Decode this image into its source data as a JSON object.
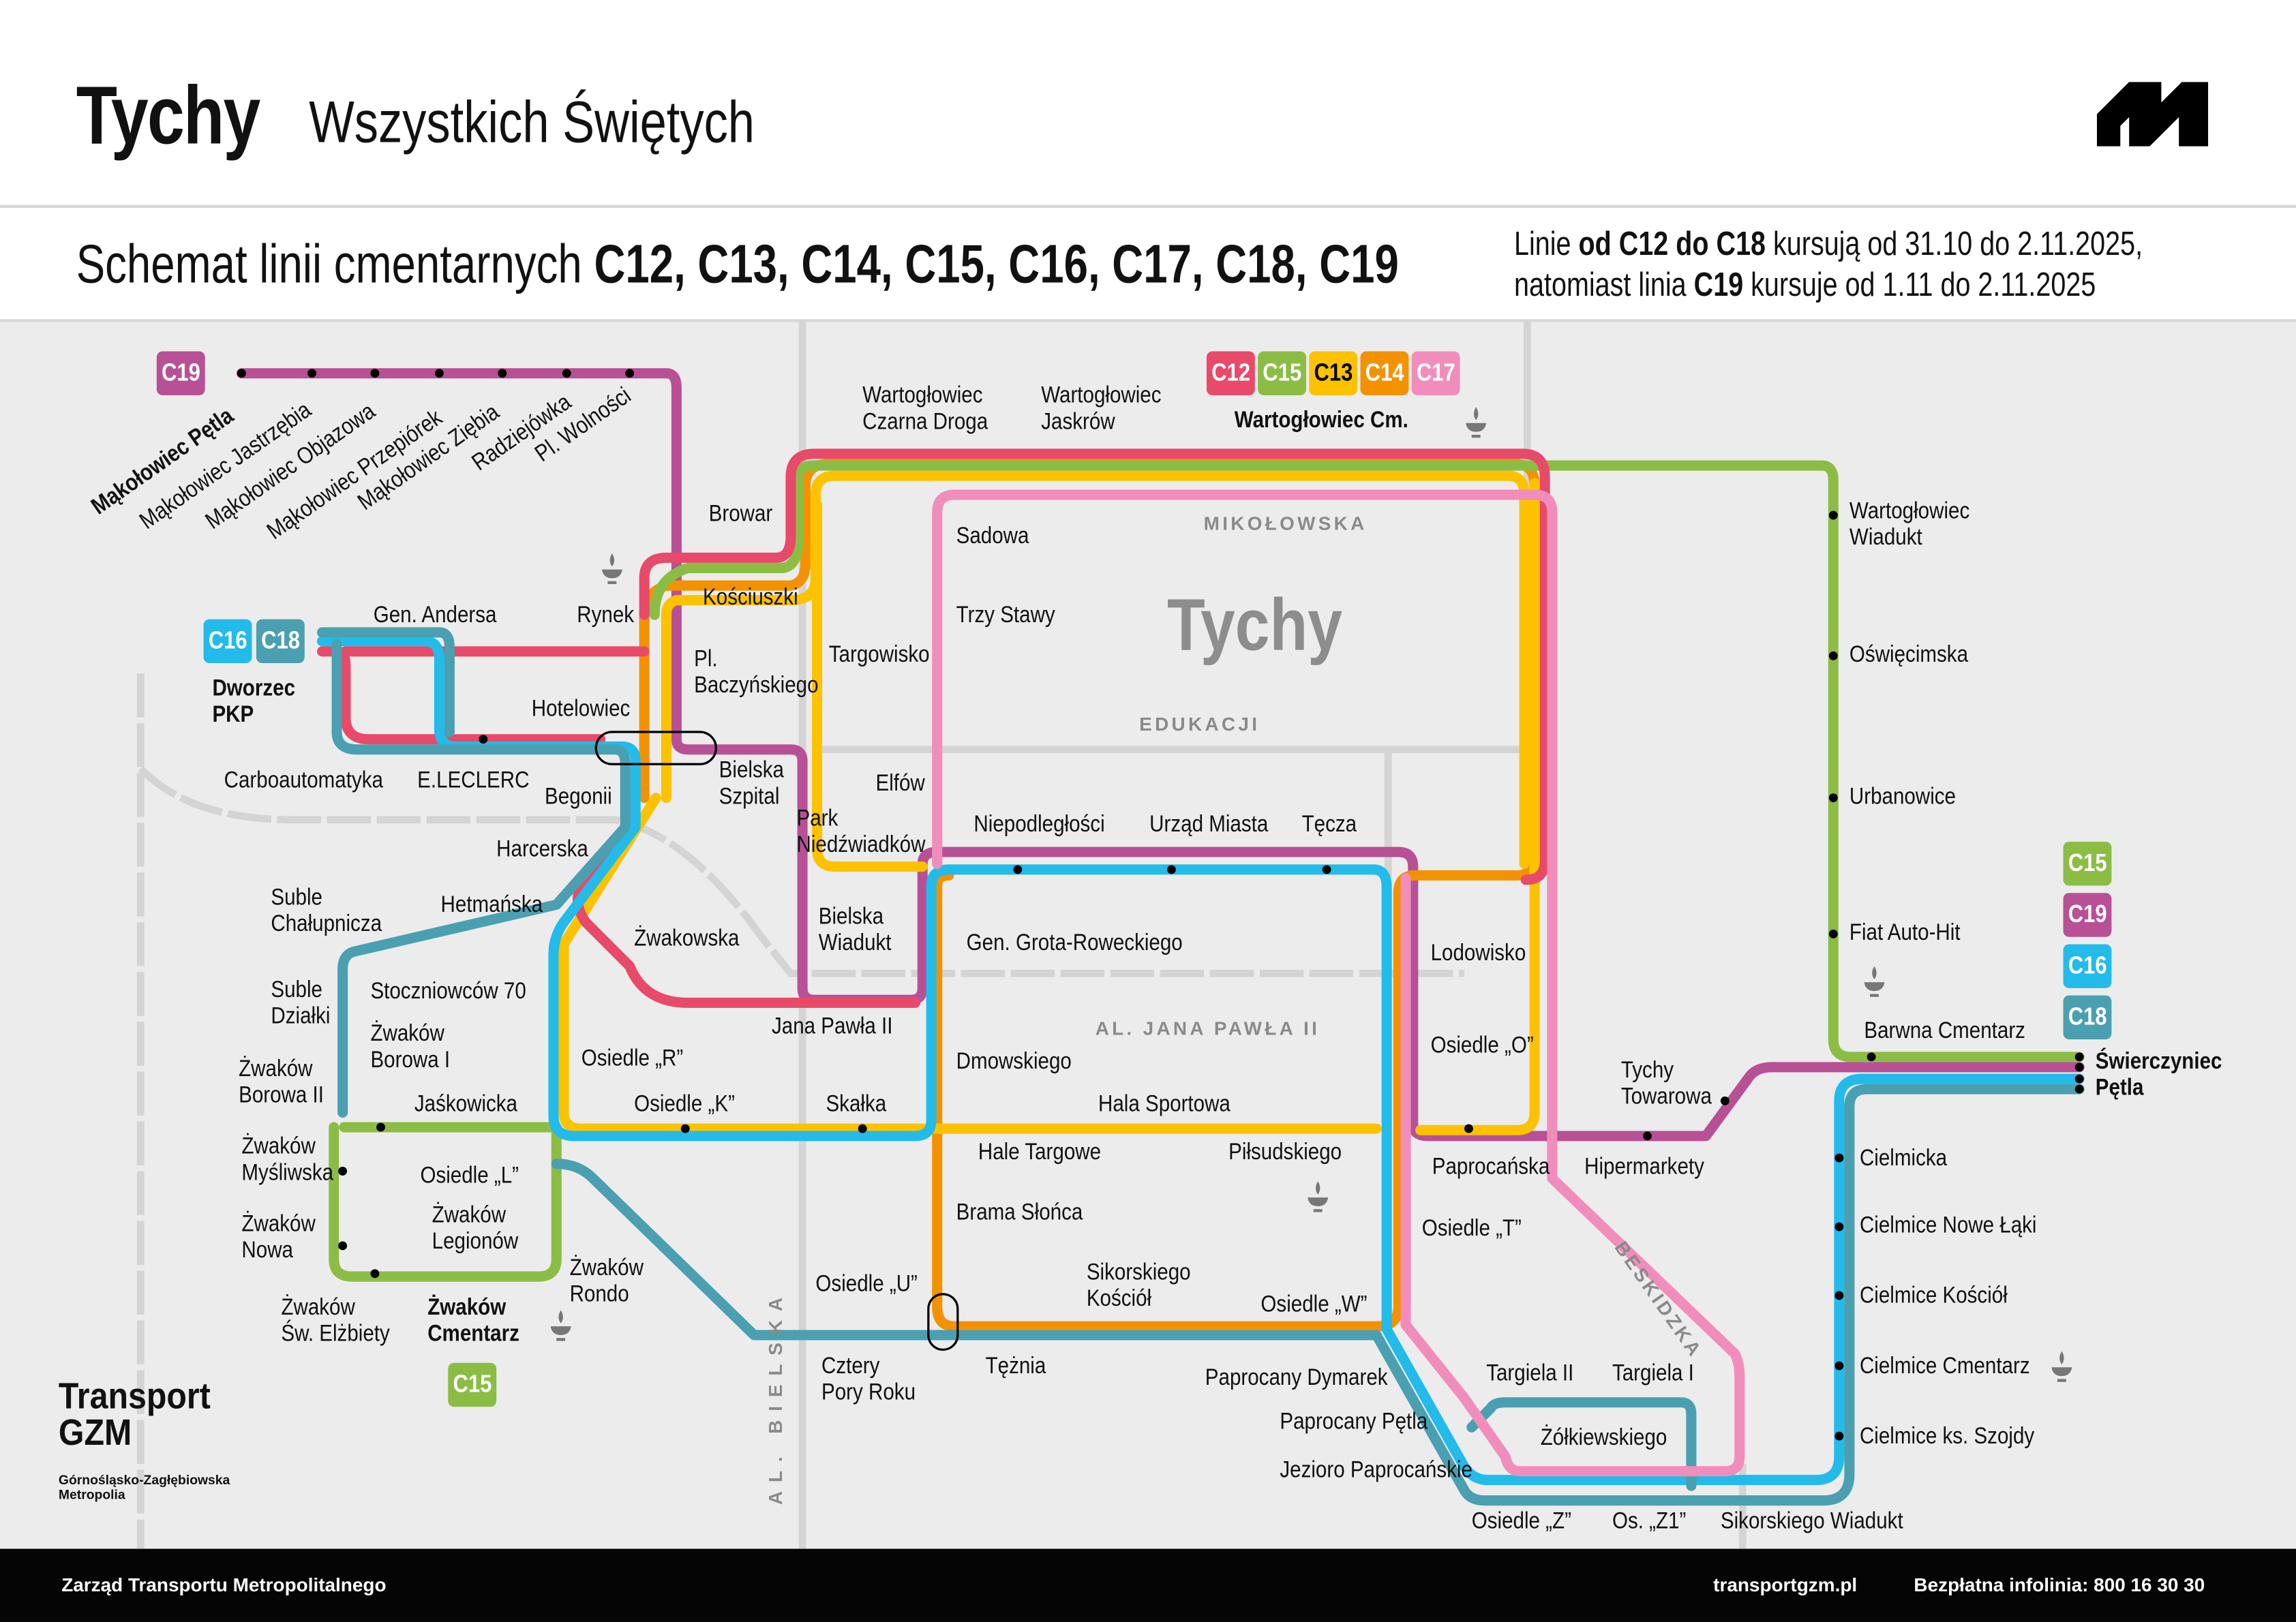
{
  "header": {
    "city": "Tychy",
    "event": "Wszystkich Świętych"
  },
  "subheader": {
    "prefix": "Schemat linii cmentarnych ",
    "lines": "C12, C13, C14, C15, C16, C17, C18, C19"
  },
  "notice": {
    "l1a": "Linie ",
    "l1b": "od C12 do C18",
    "l1c": " kursują od 31.10 do 2.11.2025,",
    "l2a": "natomiast linia ",
    "l2b": "C19",
    "l2c": " kursuje od 1.11 do 2.11.2025"
  },
  "line_colors": {
    "C12": "#e84a6a",
    "C13": "#fcc200",
    "C14": "#f39200",
    "C15": "#8bbd44",
    "C16": "#22bbea",
    "C17": "#f18dbb",
    "C18": "#4aa0b0",
    "C19": "#b85096"
  },
  "badges": {
    "c19_top": "C19",
    "c16_left": "C16",
    "c18_left": "C18",
    "top_group": [
      "C12",
      "C15",
      "C13",
      "C14",
      "C17"
    ],
    "c15_bottom": "C15",
    "right_group": [
      "C15",
      "C19",
      "C16",
      "C18"
    ]
  },
  "rotated_stations": [
    "Mąkołowiec Pętla",
    "Mąkołowiec Jastrzębia",
    "Mąkołowiec  Objazowa",
    "Mąkołowiec Przepiórek",
    "Mąkołowiec Ziębia",
    "Radziejówka",
    "Pl. Wolności"
  ],
  "stations": {
    "browar": "Browar",
    "koscius": "Kościuszki",
    "rynek": "Rynek",
    "andersa": "Gen. Andersa",
    "pkp": "Dworzec\nPKP",
    "hotel": "Hotelowiec",
    "baczyn": "Pl.\nBaczyńskiego",
    "bszpital": "Bielska\nSzpital",
    "carbo": "Carboautomatyka",
    "leclerc": "E.LECLERC",
    "begonii": "Begonii",
    "harcer": "Harcerska",
    "chalup": "Suble\nChałupnicza",
    "hetman": "Hetmańska",
    "zwakowska": "Żwakowska",
    "bwiadukt": "Bielska\nWiadukt",
    "dzialki": "Suble\nDziałki",
    "stocz": "Stoczniowców 70",
    "borowa1": "Żwaków\nBorowa I",
    "borowa2": "Żwaków\nBorowa II",
    "jaskow": "Jaśkowicka",
    "osr": "Osiedle „R”",
    "osk": "Osiedle „K”",
    "skalka": "Skałka",
    "jp2": "Jana Pawła II",
    "mysl": "Żwaków\nMyśliwska",
    "osl": "Osiedle „L”",
    "legion": "Żwaków\nLegionów",
    "nowa": "Żwaków\nNowa",
    "rondo": "Żwaków\nRondo",
    "elzb": "Żwaków\nŚw. Elżbiety",
    "zcm": "Żwaków\nCmentarz",
    "czarna": "Wartogłowiec\nCzarna Droga",
    "jaskrow": "Wartogłowiec\nJaskrów",
    "wcm": "Wartogłowiec Cm.",
    "sadowa": "Sadowa",
    "trzy": "Trzy Stawy",
    "targow": "Targowisko",
    "elfow": "Elfów",
    "park": "Park\nNiedźwiadków",
    "niepod": "Niepodległości",
    "urzad": "Urząd Miasta",
    "tecza": "Tęcza",
    "grota": "Gen. Grota-Roweckiego",
    "dmow": "Dmowskiego",
    "hala": "Hala Sportowa",
    "hale": "Hale Targowe",
    "pilsud": "Piłsudskiego",
    "brama": "Brama Słońca",
    "osu": "Osiedle „U”",
    "pory": "Cztery\nPory Roku",
    "teznia": "Tężnia",
    "sikk": "Sikorskiego\nKościół",
    "osw": "Osiedle „W”",
    "dymarek": "Paprocany Dymarek",
    "ppetla": "Paprocany Pętla",
    "jezioro": "Jezioro Paprocańskie",
    "targ2": "Targiela II",
    "targ1": "Targiela I",
    "zolk": "Żółkiewskiego",
    "osz": "Osiedle „Z”",
    "osz1": "Os. „Z1”",
    "sikw": "Sikorskiego Wiadukt",
    "lodow": "Lodowisko",
    "oso": "Osiedle „O”",
    "ost": "Osiedle „T”",
    "paproc": "Paprocańska",
    "hiper": "Hipermarkety",
    "towar": "Tychy\nTowarowa",
    "wwiad": "Wartogłowiec\nWiadukt",
    "oswiec": "Oświęcimska",
    "urban": "Urbanowice",
    "fiat": "Fiat Auto-Hit",
    "barwna": "Barwna Cmentarz",
    "swier": "Świerczyniec\nPętla",
    "cielm": "Cielmicka",
    "nowel": "Cielmice Nowe Łąki",
    "ckosc": "Cielmice Kościół",
    "ccm": "Cielmice Cmentarz",
    "szojdy": "Cielmice ks. Szojdy"
  },
  "streets": {
    "mikolowska": "MIKOŁOWSKA",
    "edukacji": "EDUKACJI",
    "jp2": "AL. JANA PAWŁA II",
    "beskidzka": "BESKIDZKA",
    "bielska": "AL. BIELSKA",
    "city_label": "Tychy"
  },
  "brand": {
    "name": "Transport\nGZM",
    "sub": "Górnośląsko-Zagłębiowska\nMetropolia"
  },
  "footer": {
    "org": "Zarząd Transportu Metropolitalnego",
    "site": "transportgzm.pl",
    "hotline": "Bezpłatna infolinia: 800 16 30 30"
  }
}
